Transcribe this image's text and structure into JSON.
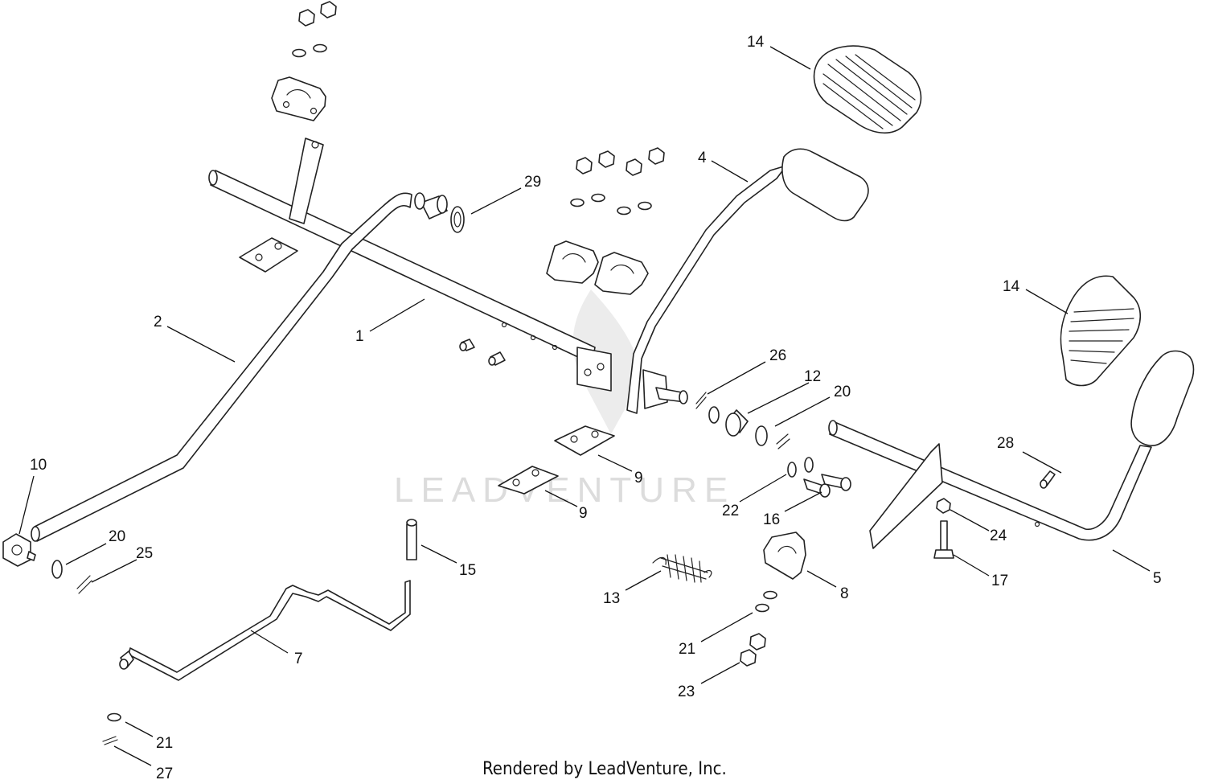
{
  "watermark": "LEADVENTURE",
  "footer": "Rendered by LeadVenture, Inc.",
  "callouts": [
    {
      "id": "c14a",
      "text": "14"
    },
    {
      "id": "c4",
      "text": "4"
    },
    {
      "id": "c29",
      "text": "29"
    },
    {
      "id": "c2",
      "text": "2"
    },
    {
      "id": "c1",
      "text": "1"
    },
    {
      "id": "c14b",
      "text": "14"
    },
    {
      "id": "c26",
      "text": "26"
    },
    {
      "id": "c12",
      "text": "12"
    },
    {
      "id": "c20a",
      "text": "20"
    },
    {
      "id": "c28",
      "text": "28"
    },
    {
      "id": "c10",
      "text": "10"
    },
    {
      "id": "c9a",
      "text": "9"
    },
    {
      "id": "c9b",
      "text": "9"
    },
    {
      "id": "c22",
      "text": "22"
    },
    {
      "id": "c16",
      "text": "16"
    },
    {
      "id": "c24",
      "text": "24"
    },
    {
      "id": "c20b",
      "text": "20"
    },
    {
      "id": "c25",
      "text": "25"
    },
    {
      "id": "c15",
      "text": "15"
    },
    {
      "id": "c17",
      "text": "17"
    },
    {
      "id": "c5",
      "text": "5"
    },
    {
      "id": "c13",
      "text": "13"
    },
    {
      "id": "c8",
      "text": "8"
    },
    {
      "id": "c7",
      "text": "7"
    },
    {
      "id": "c21a",
      "text": "21"
    },
    {
      "id": "c23",
      "text": "23"
    },
    {
      "id": "c21b",
      "text": "21"
    },
    {
      "id": "c27",
      "text": "27"
    }
  ]
}
